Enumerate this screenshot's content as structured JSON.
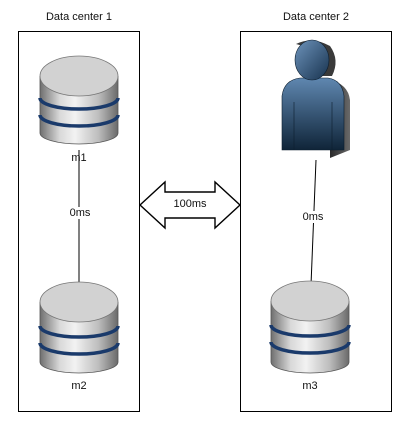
{
  "data_centers": [
    {
      "title": "Data center 1"
    },
    {
      "title": "Data center 2"
    }
  ],
  "nodes": {
    "m1": "m1",
    "m2": "m2",
    "m3": "m3"
  },
  "links": {
    "dc1_latency": "0ms",
    "dc2_latency": "0ms",
    "inter_dc_latency": "100ms"
  },
  "icons": [
    "database-icon",
    "user-icon",
    "double-arrow-icon"
  ],
  "colors": {
    "db_band": "#1a3a6b",
    "user_body": "#1f3b57",
    "line": "#000000"
  }
}
